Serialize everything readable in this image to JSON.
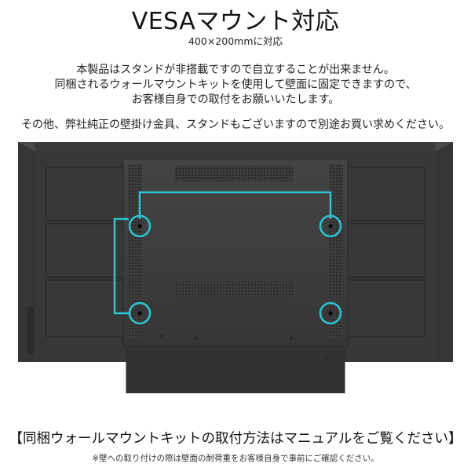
{
  "header": {
    "title": "VESAマウント対応",
    "subtitle": "400×200mmに対応"
  },
  "description": {
    "lines": [
      "本製品はスタンドが非搭載ですので自立することが出来ません。",
      "同梱されるウォールマウントキットを使用して壁面に固定できますので、",
      "お客様自身での取付をお願いいたします。"
    ],
    "extra": "その他、弊社純正の壁掛け金具、スタンドもございますので別途お買い求めください。"
  },
  "image": {
    "subject": "display-back-panel",
    "highlight_color": "#2cc5d3",
    "body_color": "#3a3a3a",
    "mount_holes": [
      "top-left",
      "top-right",
      "bottom-left",
      "bottom-right"
    ]
  },
  "footer": {
    "main": "【同梱ウォールマウントキットの取付方法はマニュアルをご覧ください】",
    "note": "※壁への取り付けの際は壁面の耐荷重をお客様自身で事前にご確認ください。"
  }
}
